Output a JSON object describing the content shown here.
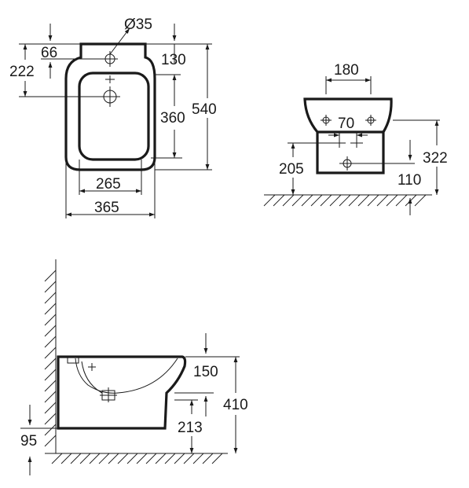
{
  "views": {
    "top": {
      "dims": {
        "hole_diameter": "Ø35",
        "d66": "66",
        "d222": "222",
        "d130": "130",
        "d360": "360",
        "d540": "540",
        "d265": "265",
        "d365": "365"
      }
    },
    "front": {
      "dims": {
        "d180": "180",
        "d70": "70",
        "d322": "322",
        "d205": "205",
        "d110": "110"
      }
    },
    "side": {
      "dims": {
        "d150": "150",
        "d410": "410",
        "d213": "213",
        "d95": "95"
      }
    }
  }
}
